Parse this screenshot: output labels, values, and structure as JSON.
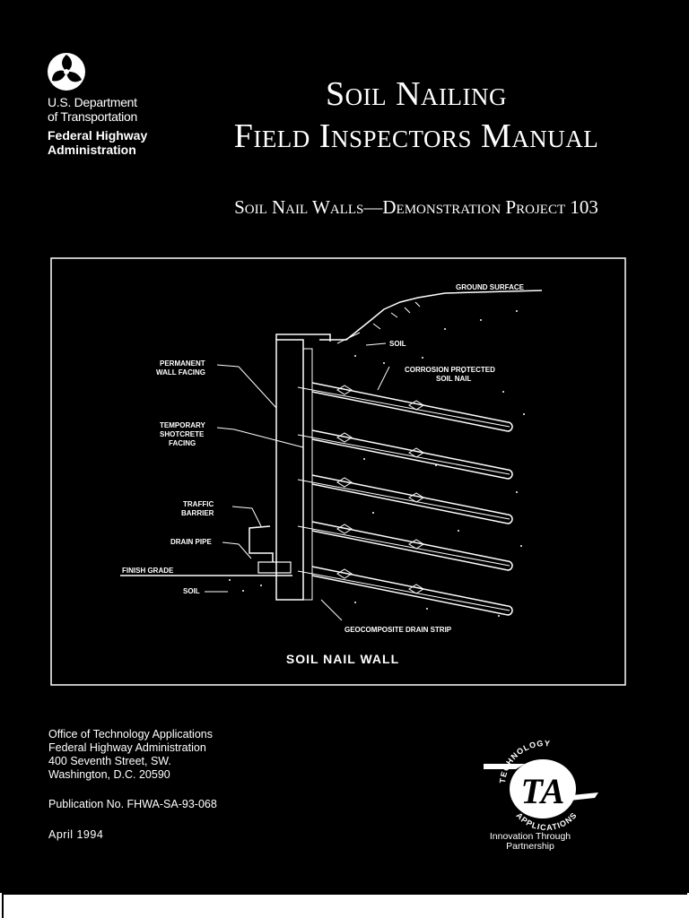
{
  "header": {
    "agency_line1": "U.S. Department",
    "agency_line2": "of Transportation",
    "agency_line3": "Federal Highway",
    "agency_line4": "Administration",
    "logo_icon": "dot-triskelion-icon"
  },
  "title": {
    "line1": "Soil Nailing",
    "line2": "Field Inspectors Manual",
    "subtitle": "Soil Nail Walls—Demonstration Project 103"
  },
  "figure": {
    "caption": "SOIL NAIL WALL",
    "labels": {
      "ground_surface": "GROUND SURFACE",
      "soil_top": "SOIL",
      "corrosion_1": "CORROSION PROTECTED",
      "corrosion_2": "SOIL NAIL",
      "perm_1": "PERMANENT",
      "perm_2": "WALL FACING",
      "temp_1": "TEMPORARY",
      "temp_2": "SHOTCRETE",
      "temp_3": "FACING",
      "traffic_1": "TRAFFIC",
      "traffic_2": "BARRIER",
      "drain_pipe": "DRAIN PIPE",
      "finish_grade": "FINISH GRADE",
      "soil_bottom": "SOIL",
      "geocomposite": "GEOCOMPOSITE DRAIN STRIP"
    }
  },
  "footer": {
    "office": "Office of Technology Applications",
    "fhwa": "Federal Highway Administration",
    "street": "400 Seventh Street, SW.",
    "city": "Washington, D.C. 20590",
    "publication": "Publication No. FHWA-SA-93-068",
    "date": "April 1994"
  },
  "seal": {
    "arc_top": "TECHNOLOGY",
    "letters": "TA",
    "arc_bottom": "APPLICATIONS",
    "tagline_1": "Innovation Through",
    "tagline_2": "Partnership"
  },
  "colors": {
    "background": "#000000",
    "ink": "#ffffff"
  }
}
